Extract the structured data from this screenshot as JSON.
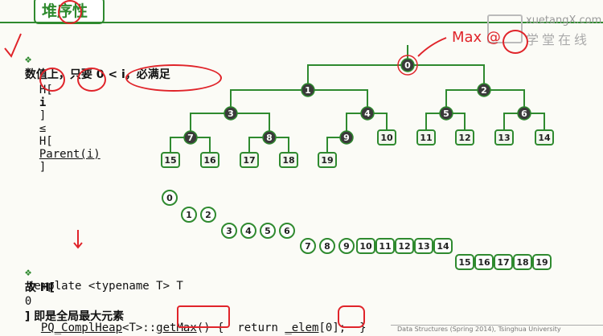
{
  "slide": {
    "title": "堆序性",
    "bullet1": "数值上，只要 0 < i，必满足",
    "formula": {
      "part1": "H[",
      "i": "i",
      "part2": "]",
      "le": "≤",
      "part3": "H[",
      "parent": "Parent(i)",
      "part4": "]"
    },
    "bullet2_prefix": "故 H[",
    "bullet2_zero": "0",
    "bullet2_suffix": "] 即是全局最大元素",
    "code1": "template <typename T> T",
    "code2": {
      "cls": "PQ_ComplHeap",
      "tpl": "<T>::",
      "fn": "getMax",
      "rest": "() {  return ",
      "elem": "_elem",
      "idx_open": "[",
      "idx": "0",
      "idx_close": "];",
      "end": "  }"
    },
    "annotation_max": "Max @",
    "bullet_symbol": "❖",
    "footer": "Data Structures (Spring 2014), Tsinghua University"
  },
  "brand": {
    "name": "xuetangX.com",
    "cn": "学堂在线"
  },
  "tree_nodes": [
    "0",
    "1",
    "2",
    "3",
    "4",
    "5",
    "6",
    "7",
    "8",
    "9",
    "10",
    "11",
    "12",
    "13",
    "14",
    "15",
    "16",
    "17",
    "18",
    "19"
  ],
  "levels": [
    [
      "0"
    ],
    [
      "1",
      "2"
    ],
    [
      "3",
      "4",
      "5",
      "6"
    ],
    [
      "7",
      "8",
      "9",
      "10",
      "11",
      "12",
      "13",
      "14"
    ],
    [
      "15",
      "16",
      "17",
      "18",
      "19"
    ]
  ],
  "colors": {
    "green": "#2f8a2f",
    "red": "#e0242a",
    "node_dark": "#3a3a3a"
  }
}
